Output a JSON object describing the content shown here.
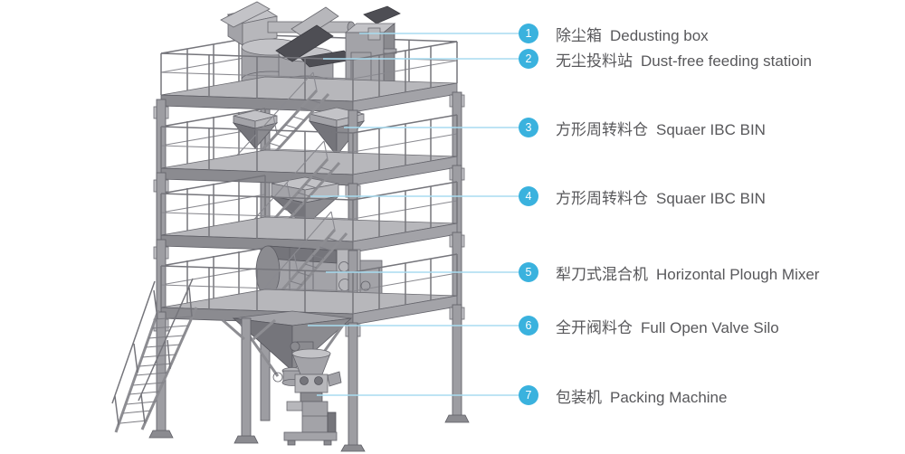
{
  "callouts": [
    {
      "num": "1",
      "cn": "除尘箱",
      "en": "Dedusting box"
    },
    {
      "num": "2",
      "cn": "无尘投料站",
      "en": "Dust-free feeding statioin"
    },
    {
      "num": "3",
      "cn": "方形周转料仓",
      "en": "Squaer IBC BIN"
    },
    {
      "num": "4",
      "cn": "方形周转料仓",
      "en": "Squaer IBC BIN"
    },
    {
      "num": "5",
      "cn": "犁刀式混合机",
      "en": "Horizontal Plough Mixer"
    },
    {
      "num": "6",
      "cn": "全开阀料仓",
      "en": "Full Open Valve Silo"
    },
    {
      "num": "7",
      "cn": "包装机",
      "en": "Packing Machine"
    }
  ],
  "colors": {
    "badge": "#3ab2de",
    "line": "#a8dcf0",
    "text": "#58585b"
  }
}
